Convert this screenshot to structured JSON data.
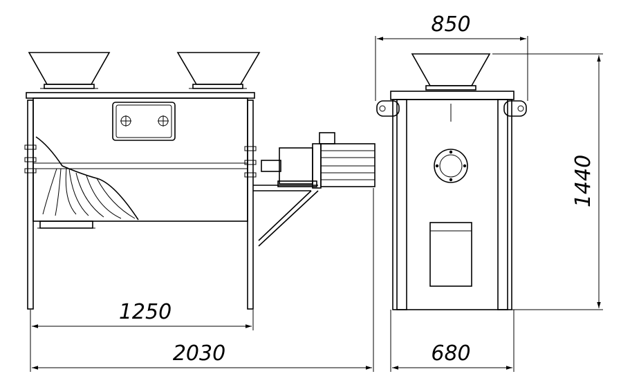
{
  "dimensions": {
    "front_view": {
      "inner_width": "1250",
      "total_width": "2030"
    },
    "side_view": {
      "top_width": "850",
      "base_width": "680",
      "height": "1440"
    }
  }
}
